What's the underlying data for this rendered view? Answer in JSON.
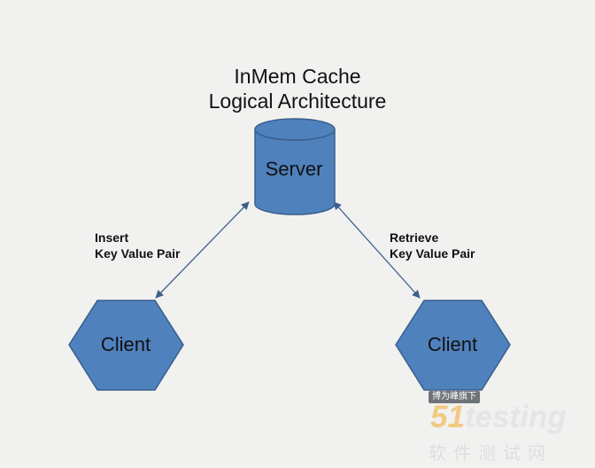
{
  "title": {
    "line1": "InMem Cache",
    "line2": "Logical Architecture"
  },
  "nodes": {
    "server": "Server",
    "client_left": "Client",
    "client_right": "Client"
  },
  "edges": {
    "left": {
      "line1": "Insert",
      "line2": "Key Value Pair"
    },
    "right": {
      "line1": "Retrieve",
      "line2": "Key Value Pair"
    }
  },
  "watermark": {
    "badge": "博为峰旗下",
    "brand_number": "51",
    "brand_text": "testing",
    "subtitle": "软件测试网"
  },
  "colors": {
    "node_fill": "#4f81bd",
    "node_stroke": "#3a5f8c",
    "edge": "#3f5f8f",
    "background": "#f1f1ef"
  }
}
